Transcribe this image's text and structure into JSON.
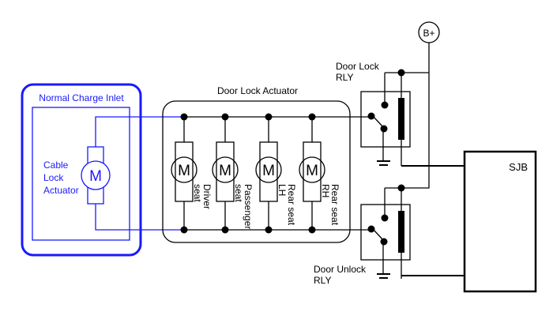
{
  "charge_inlet": {
    "title": "Normal Charge Inlet",
    "actuator_label": [
      "Cable",
      "Lock",
      "Actuator"
    ],
    "motor_symbol": "M",
    "color": "#1a1aff"
  },
  "door_lock_actuator": {
    "title": "Door Lock Actuator",
    "motors": [
      {
        "symbol": "M",
        "label": [
          "Driver",
          "seat"
        ]
      },
      {
        "symbol": "M",
        "label": [
          "Passenger",
          "seat"
        ]
      },
      {
        "symbol": "M",
        "label": [
          "Rear seat",
          "LH"
        ]
      },
      {
        "symbol": "M",
        "label": [
          "Rear seat",
          "RH"
        ]
      }
    ]
  },
  "power": {
    "label": "B+"
  },
  "relays": {
    "lock": {
      "label": [
        "Door Lock",
        "RLY"
      ]
    },
    "unlock": {
      "label": [
        "Door Unlock",
        "RLY"
      ]
    }
  },
  "sjb": {
    "label": "SJB"
  }
}
